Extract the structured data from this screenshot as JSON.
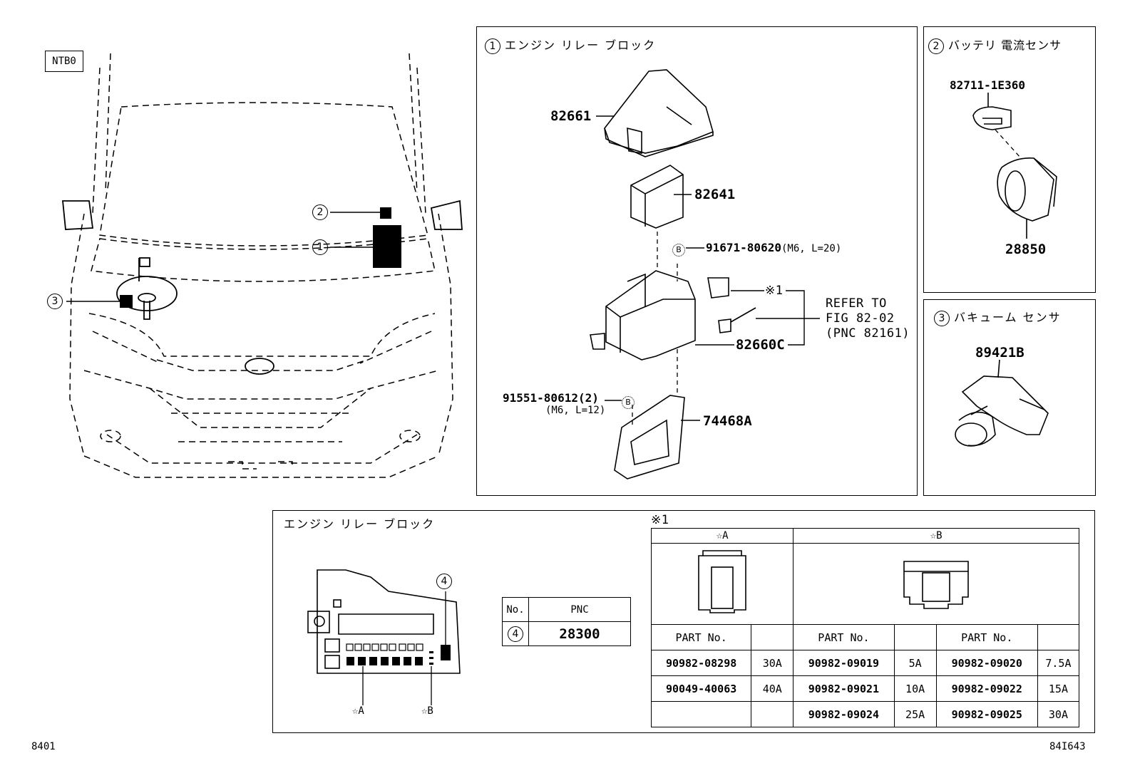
{
  "figure_code": "NTB0",
  "footer_left": "8401",
  "footer_right": "84I643",
  "callouts": {
    "c1": "1",
    "c2": "2",
    "c3": "3",
    "c4": "4"
  },
  "panel1": {
    "num": "1",
    "title": "エンジン リレー ブロック",
    "parts": {
      "cover": "82661",
      "relay": "82641",
      "bolt_b": "91671-80620",
      "bolt_b_spec": "(M6, L=20)",
      "fuse_ref": "※1",
      "refer_line1": "REFER TO",
      "refer_line2": "FIG 82-02",
      "refer_line3": "(PNC 82161)",
      "block": "82660C",
      "bolt2": "91551-80612(2)",
      "bolt2_spec": "(M6, L=12)",
      "bracket": "74468A",
      "b_marker": "B"
    }
  },
  "panel2": {
    "num": "2",
    "title": "バッテリ 電流センサ",
    "part_top": "82711-1E360",
    "part_bottom": "28850"
  },
  "panel3": {
    "num": "3",
    "title": "バキューム センサ",
    "part": "89421B"
  },
  "bottom": {
    "title": "エンジン リレー ブロック",
    "star_a": "☆A",
    "star_b": "☆B",
    "pnc_table": {
      "h_no": "No.",
      "h_pnc": "PNC",
      "no": "4",
      "pnc": "28300"
    },
    "fuse_note": "※1",
    "fuse_table": {
      "group_a": "☆A",
      "group_b": "☆B",
      "col_header": "PART No.",
      "rows": [
        [
          "90982-08298",
          "30A",
          "90982-09019",
          "5A",
          "90982-09020",
          "7.5A"
        ],
        [
          "90049-40063",
          "40A",
          "90982-09021",
          "10A",
          "90982-09022",
          "15A"
        ],
        [
          "",
          "",
          "90982-09024",
          "25A",
          "90982-09025",
          "30A"
        ]
      ]
    }
  }
}
